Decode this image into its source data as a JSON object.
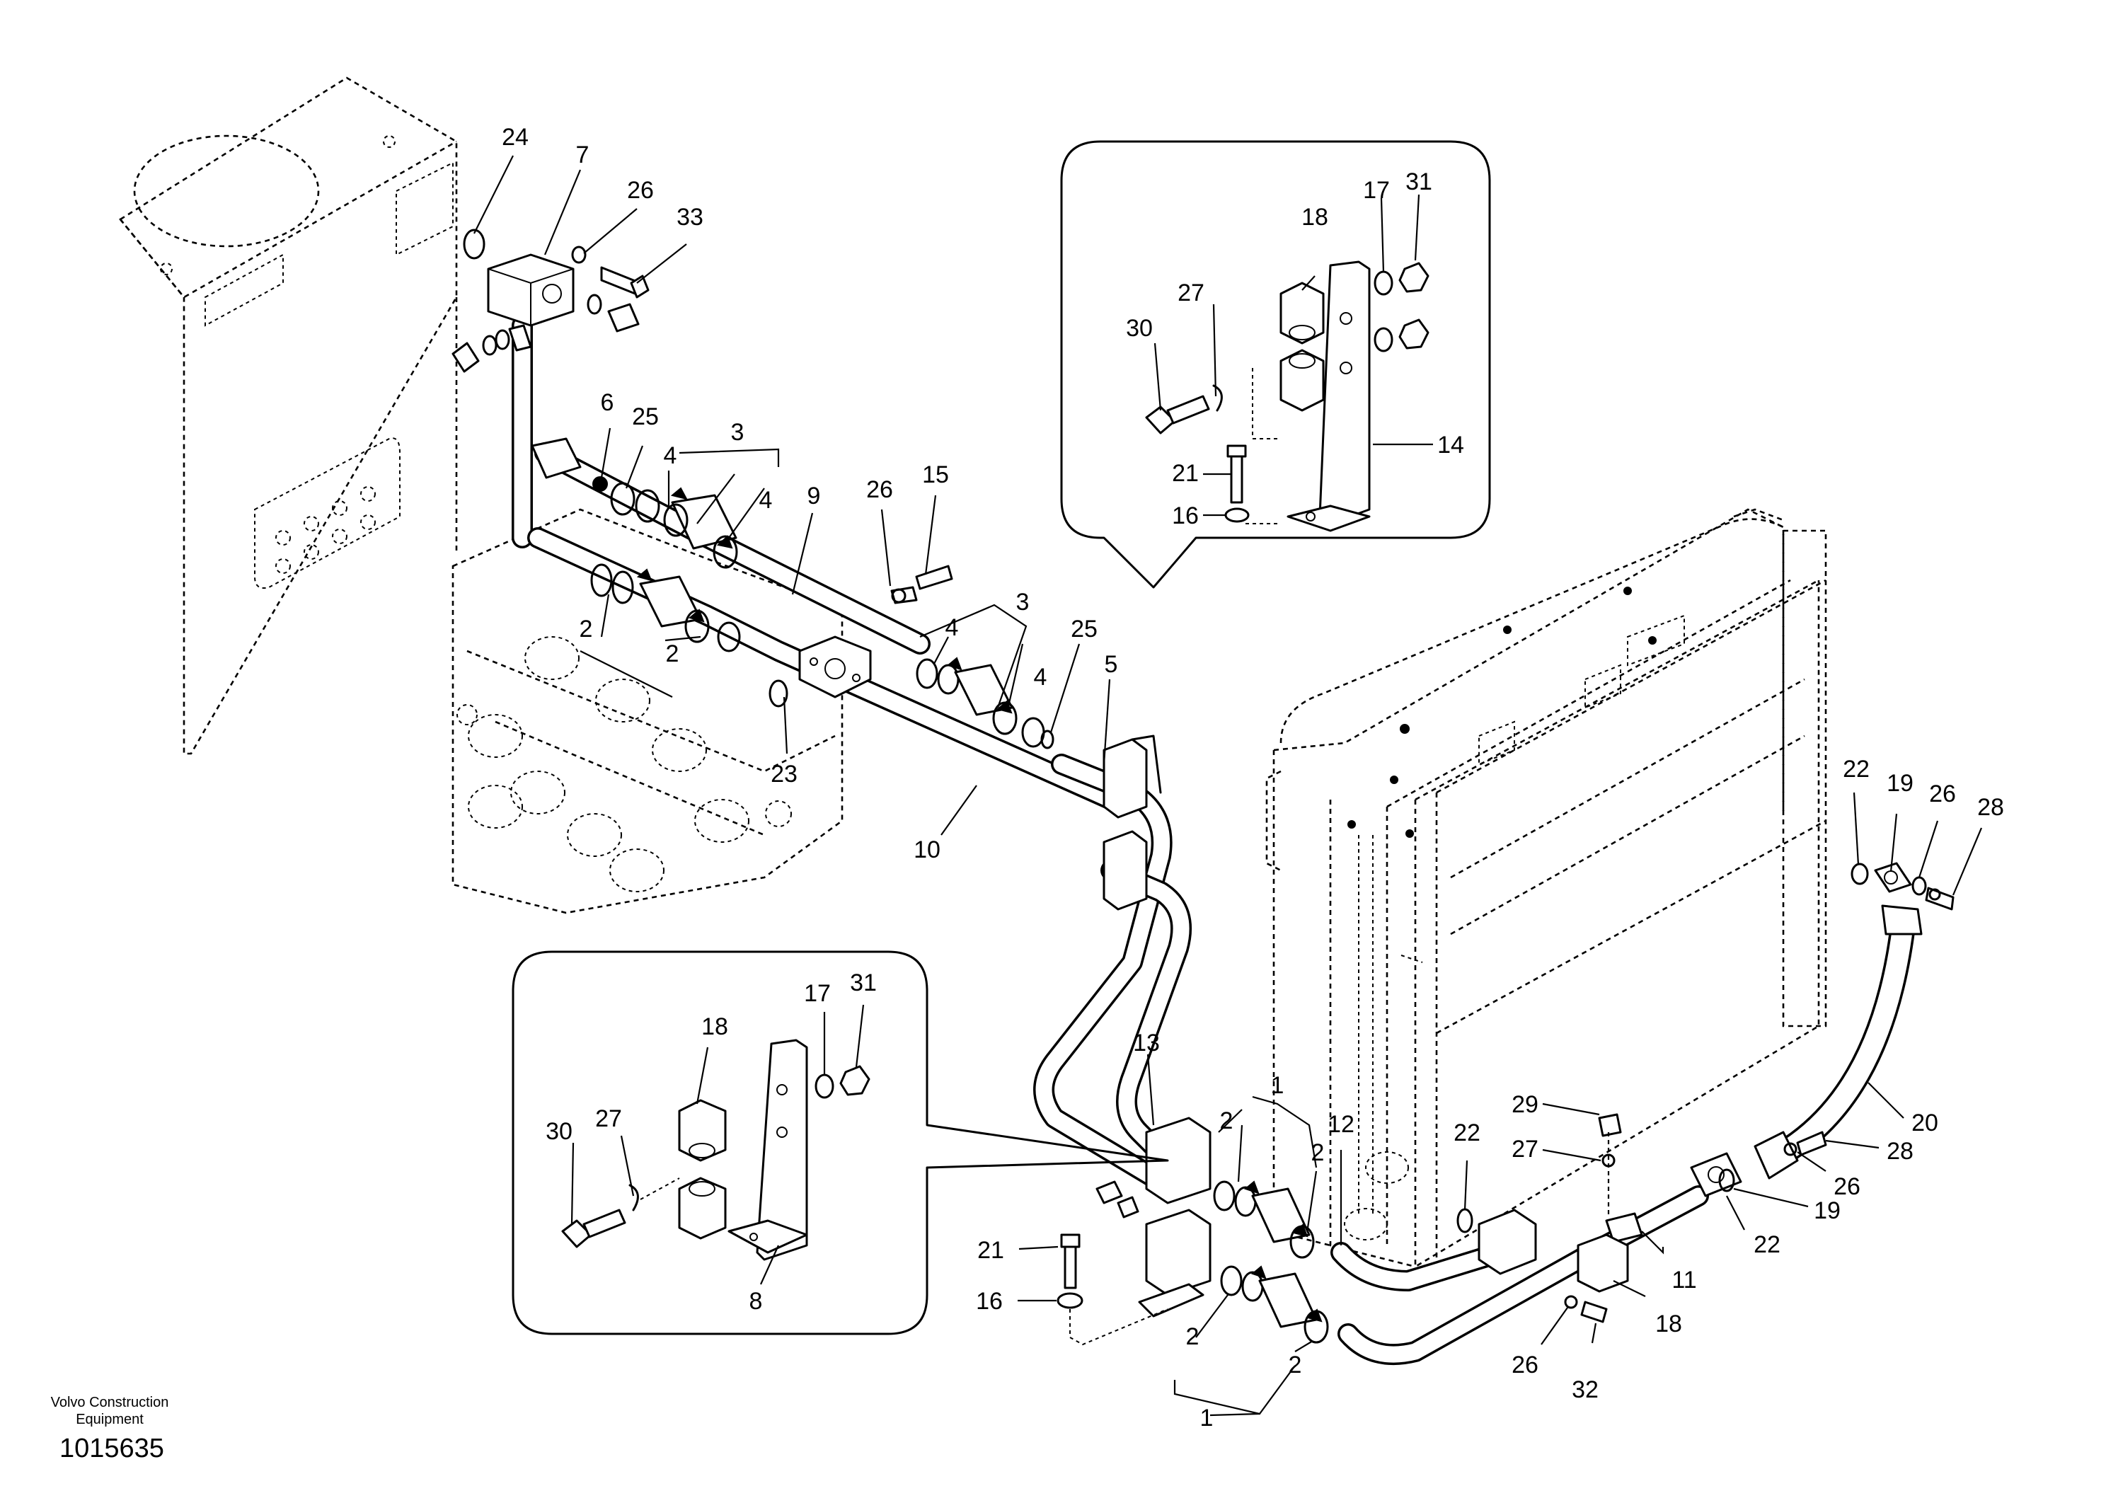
{
  "footer": {
    "manufacturer": "Volvo Construction Equipment",
    "document_number": "1015635"
  },
  "callouts": {
    "c24": "24",
    "c7": "7",
    "c26_top": "26",
    "c33": "33",
    "c6": "6",
    "c25_left": "25",
    "c4_a": "4",
    "c3_left": "3",
    "c4_b": "4",
    "c9": "9",
    "c26_mid": "26",
    "c15": "15",
    "c2_a": "2",
    "c2_b": "2",
    "c23": "23",
    "c4_c": "4",
    "c3_mid": "3",
    "c4_d": "4",
    "c25_mid": "25",
    "c5": "5",
    "c10": "10",
    "inset_top": {
      "c18": "18",
      "c17": "17",
      "c31": "31",
      "c27": "27",
      "c30": "30",
      "c14": "14",
      "c21": "21",
      "c16": "16"
    },
    "inset_bottom": {
      "c18": "18",
      "c17": "17",
      "c31": "31",
      "c27": "27",
      "c30": "30",
      "c8": "8"
    },
    "c13": "13",
    "c1_top": "1",
    "c2_c": "2",
    "c2_d": "2",
    "c12": "12",
    "c22_mid": "22",
    "c21_bot": "21",
    "c16_bot": "16",
    "c2_e": "2",
    "c2_f": "2",
    "c1_bot": "1",
    "c22_right": "22",
    "c19_top": "19",
    "c26_right": "26",
    "c28_top": "28",
    "c20": "20",
    "c29": "29",
    "c27_bot": "27",
    "c28_bot": "28",
    "c26_bot_right": "26",
    "c19_bot": "19",
    "c22_bot": "22",
    "c11": "11",
    "c18_bot": "18",
    "c26_bot": "26",
    "c32": "32"
  }
}
